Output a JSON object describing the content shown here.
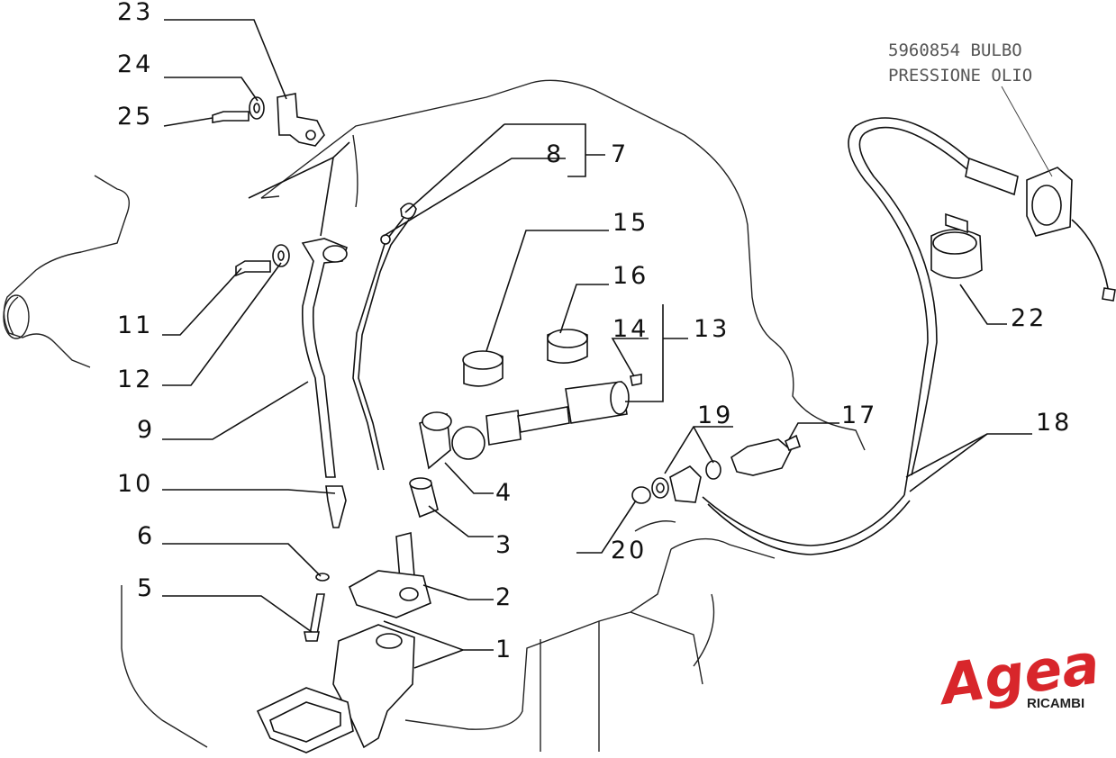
{
  "callouts": {
    "c1": "1",
    "c2": "2",
    "c3": "3",
    "c4": "4",
    "c5": "5",
    "c6": "6",
    "c7": "7",
    "c8": "8",
    "c9": "9",
    "c10": "10",
    "c11": "11",
    "c12": "12",
    "c13": "13",
    "c14": "14",
    "c15": "15",
    "c16": "16",
    "c17": "17",
    "c18": "18",
    "c19": "19",
    "c20": "20",
    "c22": "22",
    "c23": "23",
    "c24": "24",
    "c25": "25"
  },
  "note": {
    "line1": "5960854 BULBO",
    "line2": "PRESSIONE OLIO"
  },
  "logo": {
    "name": "Agea",
    "subtitle": "RICAMBI",
    "color": "#d8262b"
  }
}
